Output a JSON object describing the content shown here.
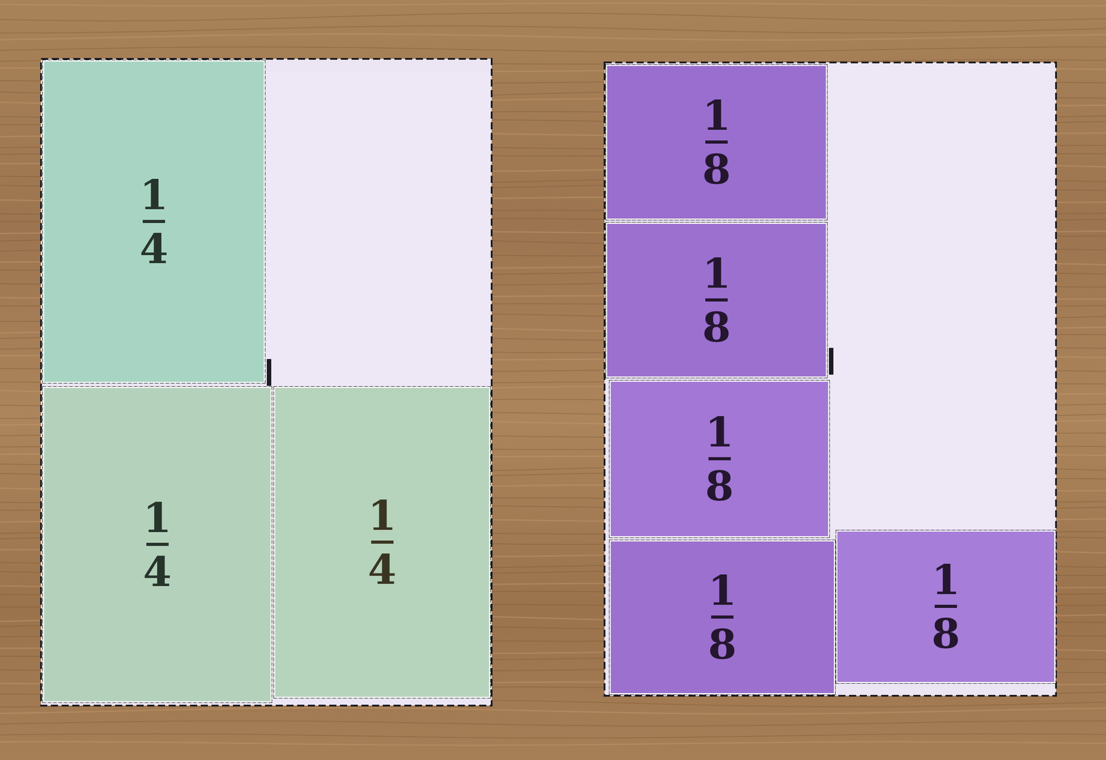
{
  "diagram": {
    "nodes": [
      {
        "text": [
          "1",
          "4"
        ]
      },
      {
        "text": [
          "1",
          "4"
        ]
      },
      {
        "text": [
          "1",
          "4"
        ]
      },
      {
        "text": [
          "1",
          "8"
        ]
      },
      {
        "text": [
          "1",
          "8"
        ]
      },
      {
        "text": [
          "1",
          "8"
        ]
      },
      {
        "text": [
          "1",
          "8"
        ]
      },
      {
        "text": [
          "1",
          "8"
        ]
      }
    ]
  }
}
